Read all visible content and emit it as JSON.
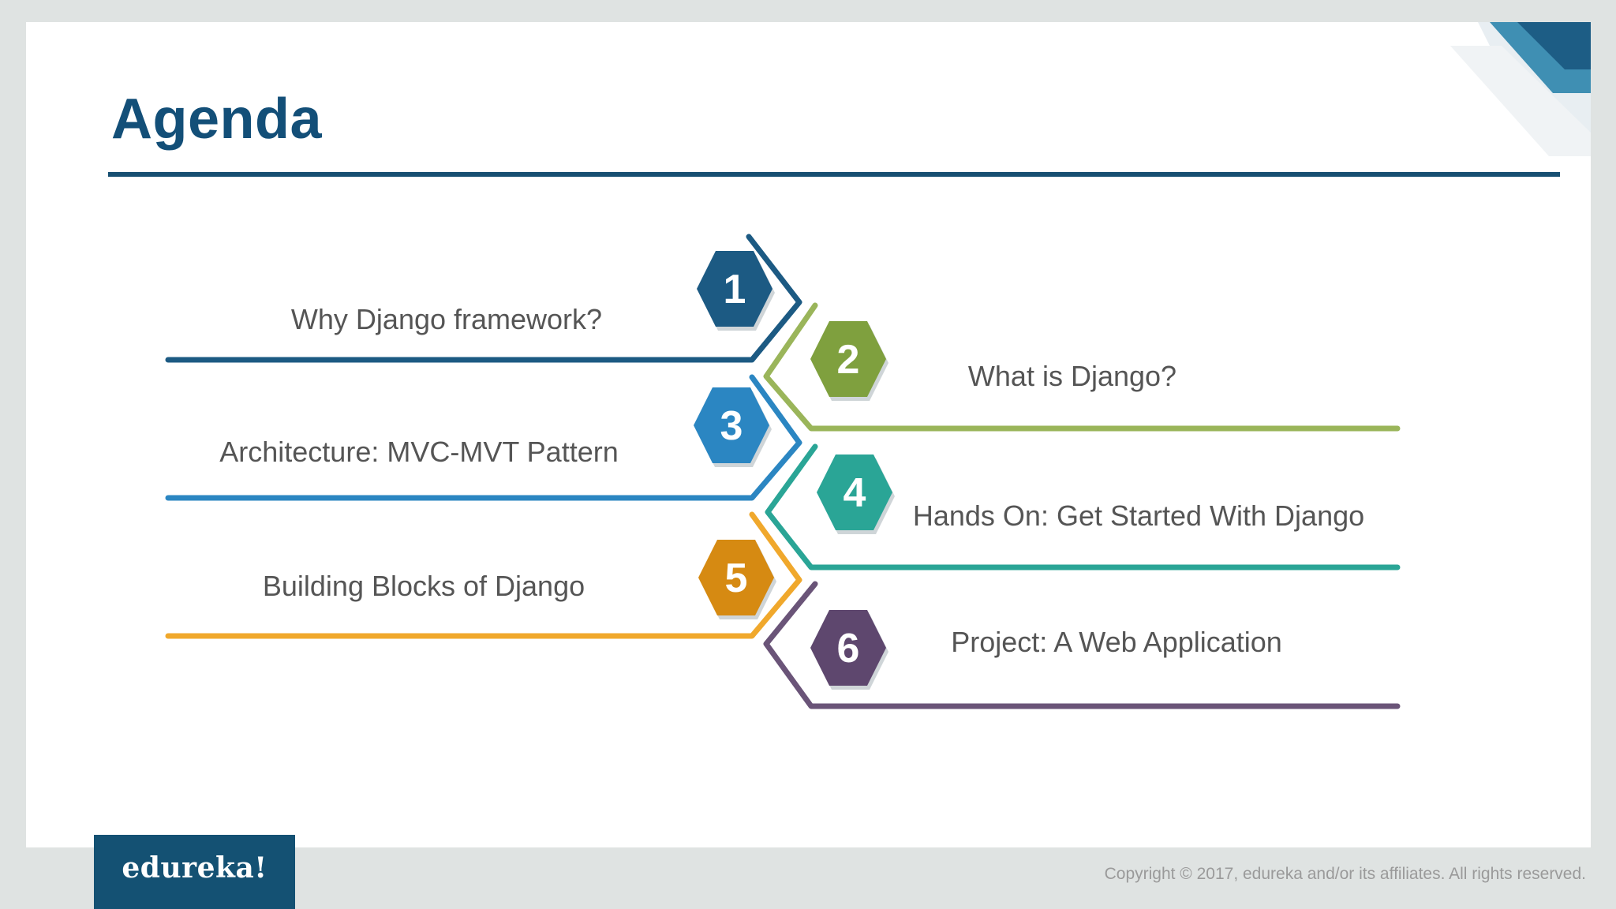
{
  "slide": {
    "title": "Agenda",
    "colors": {
      "title": "#134f78",
      "rule": "#174f72",
      "footer_logo_bg": "#145173"
    }
  },
  "agenda": [
    {
      "number": "1",
      "label": "Why Django framework?",
      "color": "#1c5a83"
    },
    {
      "number": "2",
      "label": "What is Django?",
      "color": "#7fa03e"
    },
    {
      "number": "3",
      "label": "Architecture: MVC-MVT Pattern",
      "color": "#2b86c2"
    },
    {
      "number": "4",
      "label": "Hands On: Get Started With Django",
      "color": "#2aa596"
    },
    {
      "number": "5",
      "label": "Building Blocks of Django",
      "color": "#e09a1e"
    },
    {
      "number": "6",
      "label": "Project: A Web Application",
      "color": "#5e476e"
    }
  ],
  "footer": {
    "logo": "edureka!",
    "copyright": "Copyright © 2017, edureka and/or its affiliates. All rights reserved."
  }
}
